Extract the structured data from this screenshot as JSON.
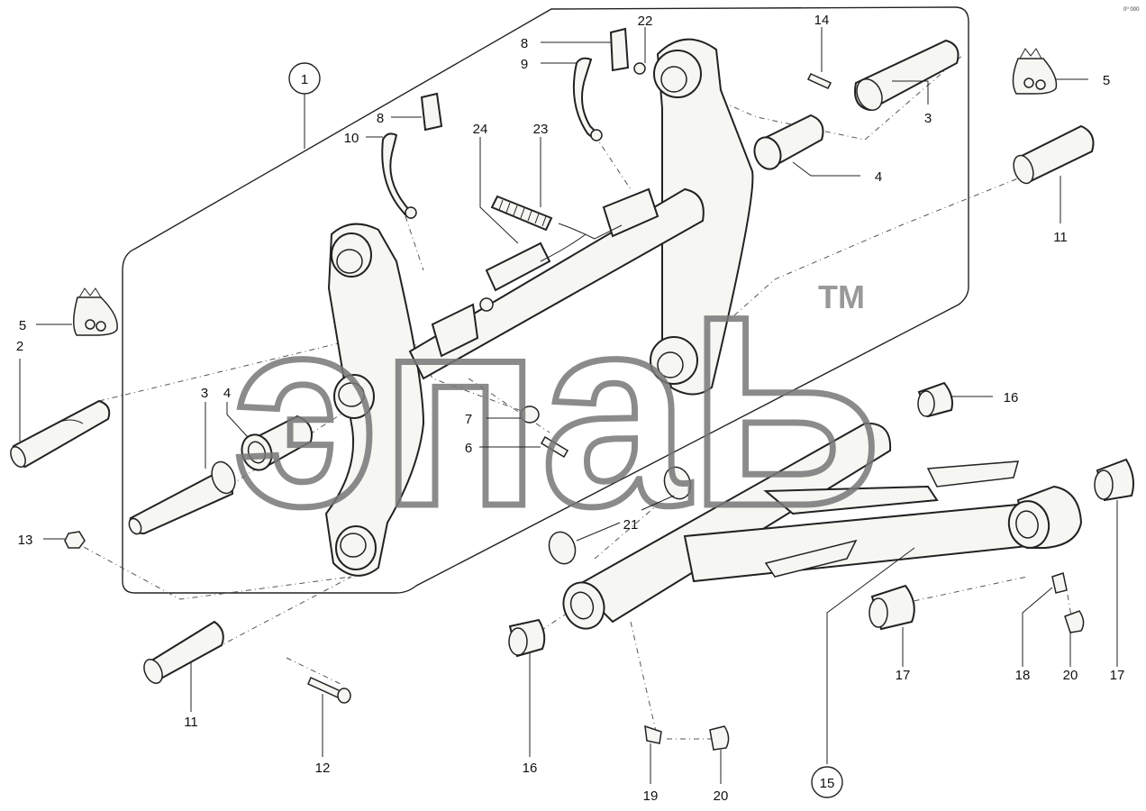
{
  "diagram": {
    "corner_code": "0⁰ 000",
    "watermark": {
      "text": "эпаЬ",
      "mark": "TM"
    },
    "callouts": [
      {
        "id": "c1",
        "text": "1",
        "circled": true
      },
      {
        "id": "c2",
        "text": "2"
      },
      {
        "id": "c3a",
        "text": "3"
      },
      {
        "id": "c3b",
        "text": "3"
      },
      {
        "id": "c4a",
        "text": "4"
      },
      {
        "id": "c4b",
        "text": "4"
      },
      {
        "id": "c5a",
        "text": "5"
      },
      {
        "id": "c5b",
        "text": "5"
      },
      {
        "id": "c6",
        "text": "6"
      },
      {
        "id": "c7",
        "text": "7"
      },
      {
        "id": "c8a",
        "text": "8"
      },
      {
        "id": "c8b",
        "text": "8"
      },
      {
        "id": "c9",
        "text": "9"
      },
      {
        "id": "c10",
        "text": "10"
      },
      {
        "id": "c11a",
        "text": "11"
      },
      {
        "id": "c11b",
        "text": "11"
      },
      {
        "id": "c12",
        "text": "12"
      },
      {
        "id": "c13",
        "text": "13"
      },
      {
        "id": "c14",
        "text": "14"
      },
      {
        "id": "c15",
        "text": "15",
        "circled": true
      },
      {
        "id": "c16a",
        "text": "16"
      },
      {
        "id": "c16b",
        "text": "16"
      },
      {
        "id": "c17a",
        "text": "17"
      },
      {
        "id": "c17b",
        "text": "17"
      },
      {
        "id": "c18",
        "text": "18"
      },
      {
        "id": "c19",
        "text": "19"
      },
      {
        "id": "c20a",
        "text": "20"
      },
      {
        "id": "c20b",
        "text": "20"
      },
      {
        "id": "c21",
        "text": "21"
      },
      {
        "id": "c22",
        "text": "22"
      },
      {
        "id": "c23",
        "text": "23"
      },
      {
        "id": "c24",
        "text": "24"
      }
    ]
  }
}
